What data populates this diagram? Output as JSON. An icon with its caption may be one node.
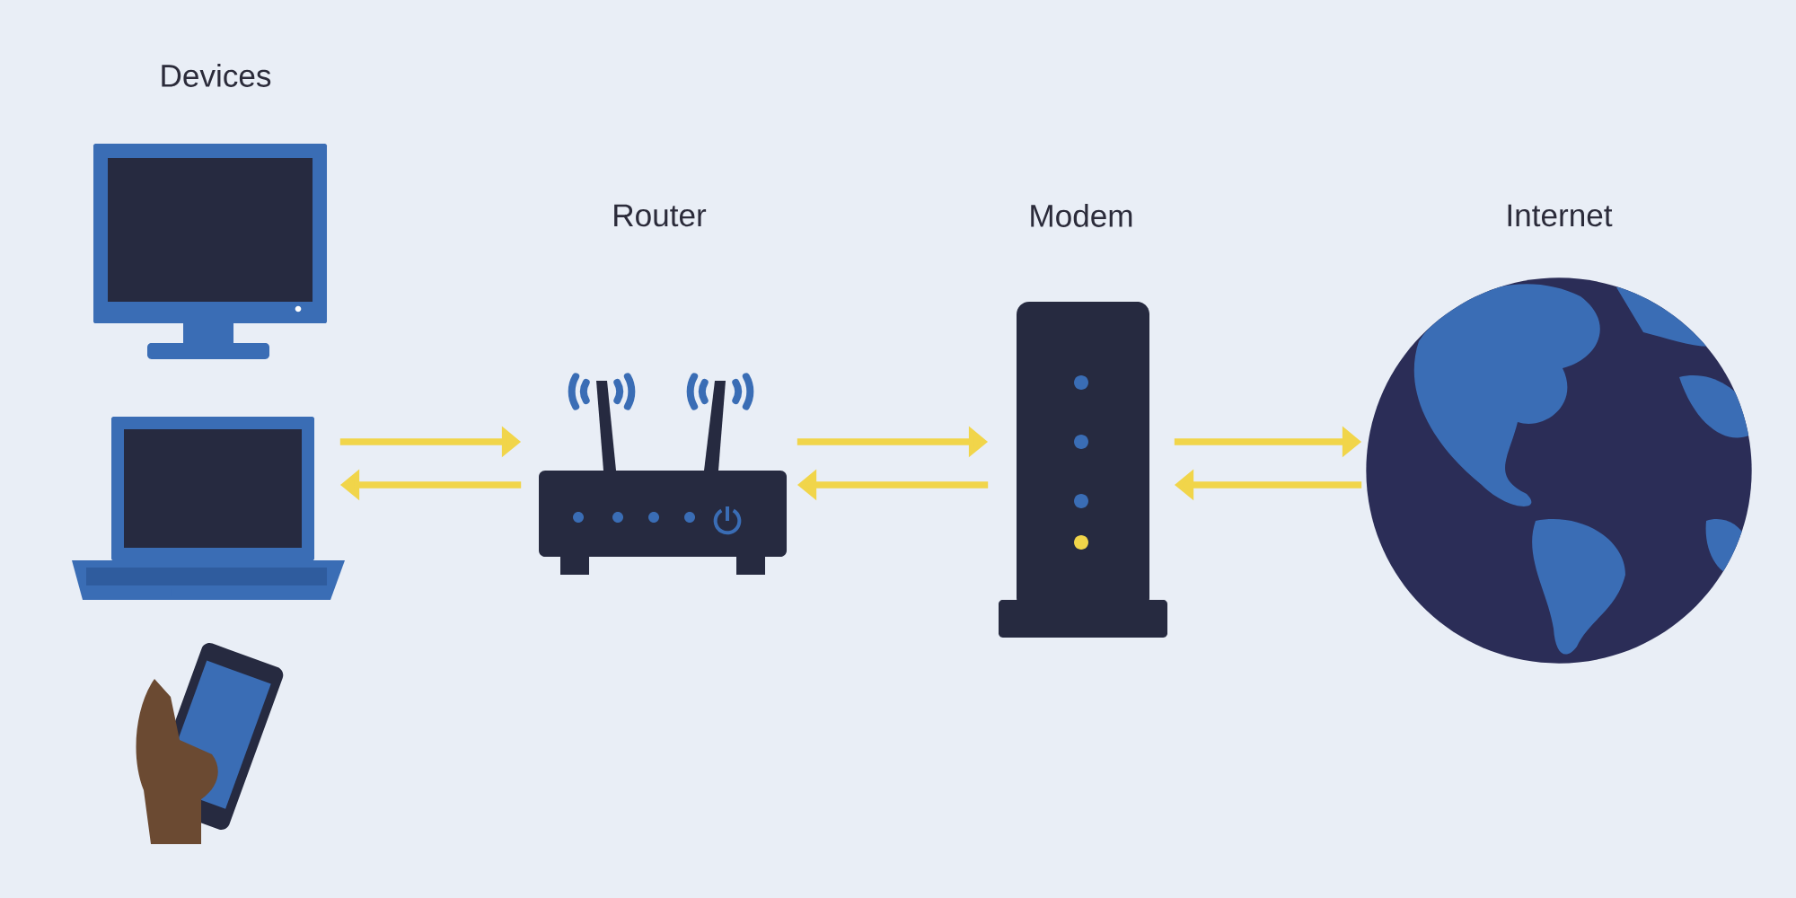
{
  "diagram": {
    "nodes": [
      {
        "text": [
          "Devices"
        ]
      },
      {
        "text": [
          "Router"
        ]
      },
      {
        "text": [
          "Modem"
        ]
      },
      {
        "text": [
          "Internet"
        ]
      }
    ],
    "edges": [
      {
        "from": 0,
        "to": 1,
        "arrow": "to"
      },
      {
        "from": 1,
        "to": 0,
        "arrow": "to"
      },
      {
        "from": 1,
        "to": 2,
        "arrow": "to"
      },
      {
        "from": 2,
        "to": 1,
        "arrow": "to"
      },
      {
        "from": 2,
        "to": 3,
        "arrow": "to"
      },
      {
        "from": 3,
        "to": 2,
        "arrow": "to"
      }
    ]
  }
}
